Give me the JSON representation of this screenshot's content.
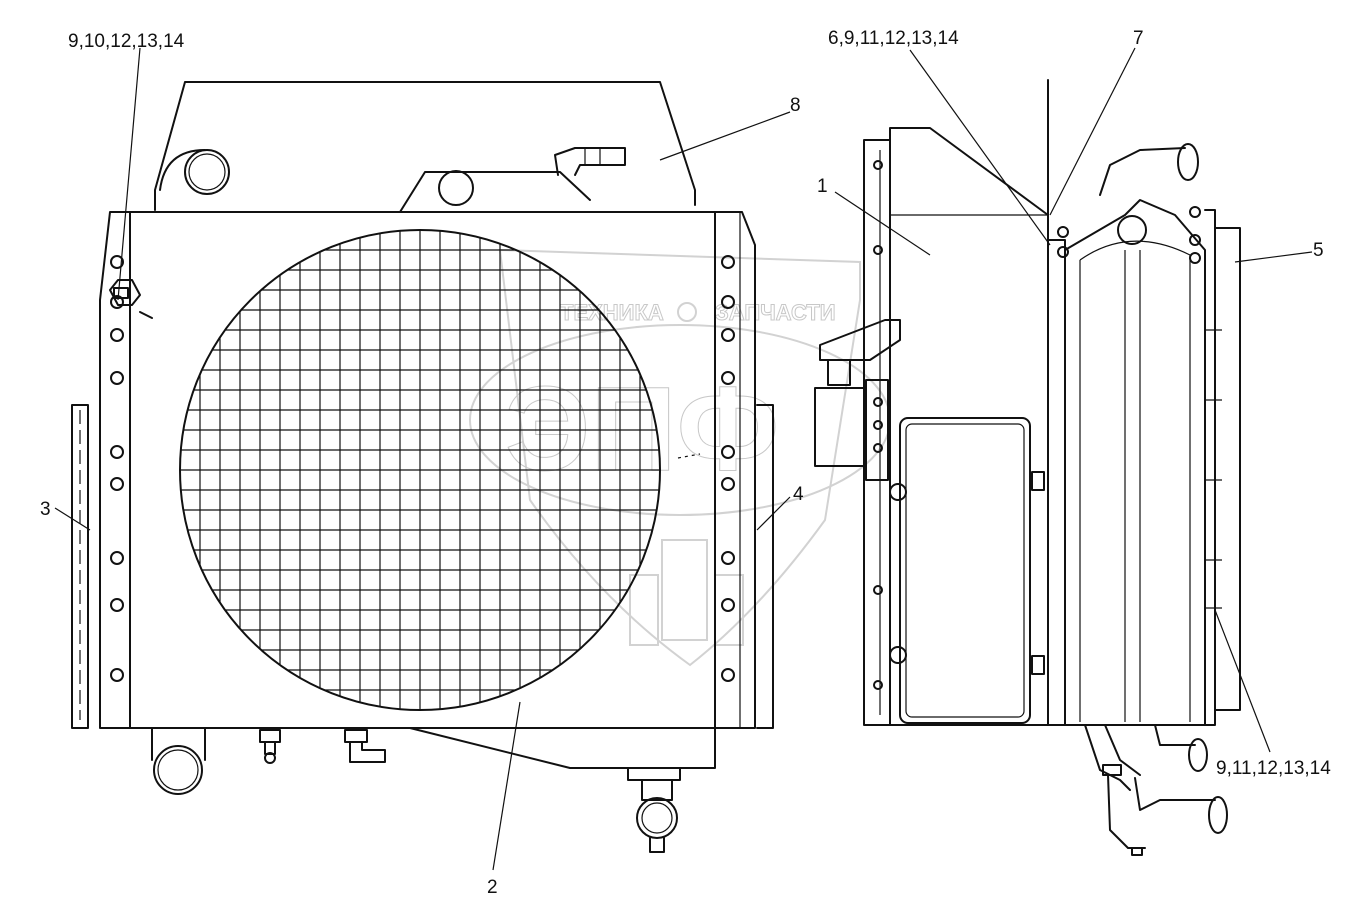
{
  "watermark": {
    "word_left": "ТЕХНИКА",
    "word_right": "ЗАПЧАСТИ",
    "logo_letters": "ЭПФ",
    "color": "#d0d0d0"
  },
  "callouts": [
    {
      "id": "c-9-10-12-13-14",
      "text": "9,10,12,13,14"
    },
    {
      "id": "c-8",
      "text": "8"
    },
    {
      "id": "c-6-9-11-12-13-14",
      "text": "6,9,11,12,13,14"
    },
    {
      "id": "c-7",
      "text": "7"
    },
    {
      "id": "c-1",
      "text": "1"
    },
    {
      "id": "c-5",
      "text": "5"
    },
    {
      "id": "c-3",
      "text": "3"
    },
    {
      "id": "c-4",
      "text": "4"
    },
    {
      "id": "c-2",
      "text": "2"
    },
    {
      "id": "c-9-11-12-13-14",
      "text": "9,11,12,13,14"
    }
  ],
  "line_color": "#111111"
}
